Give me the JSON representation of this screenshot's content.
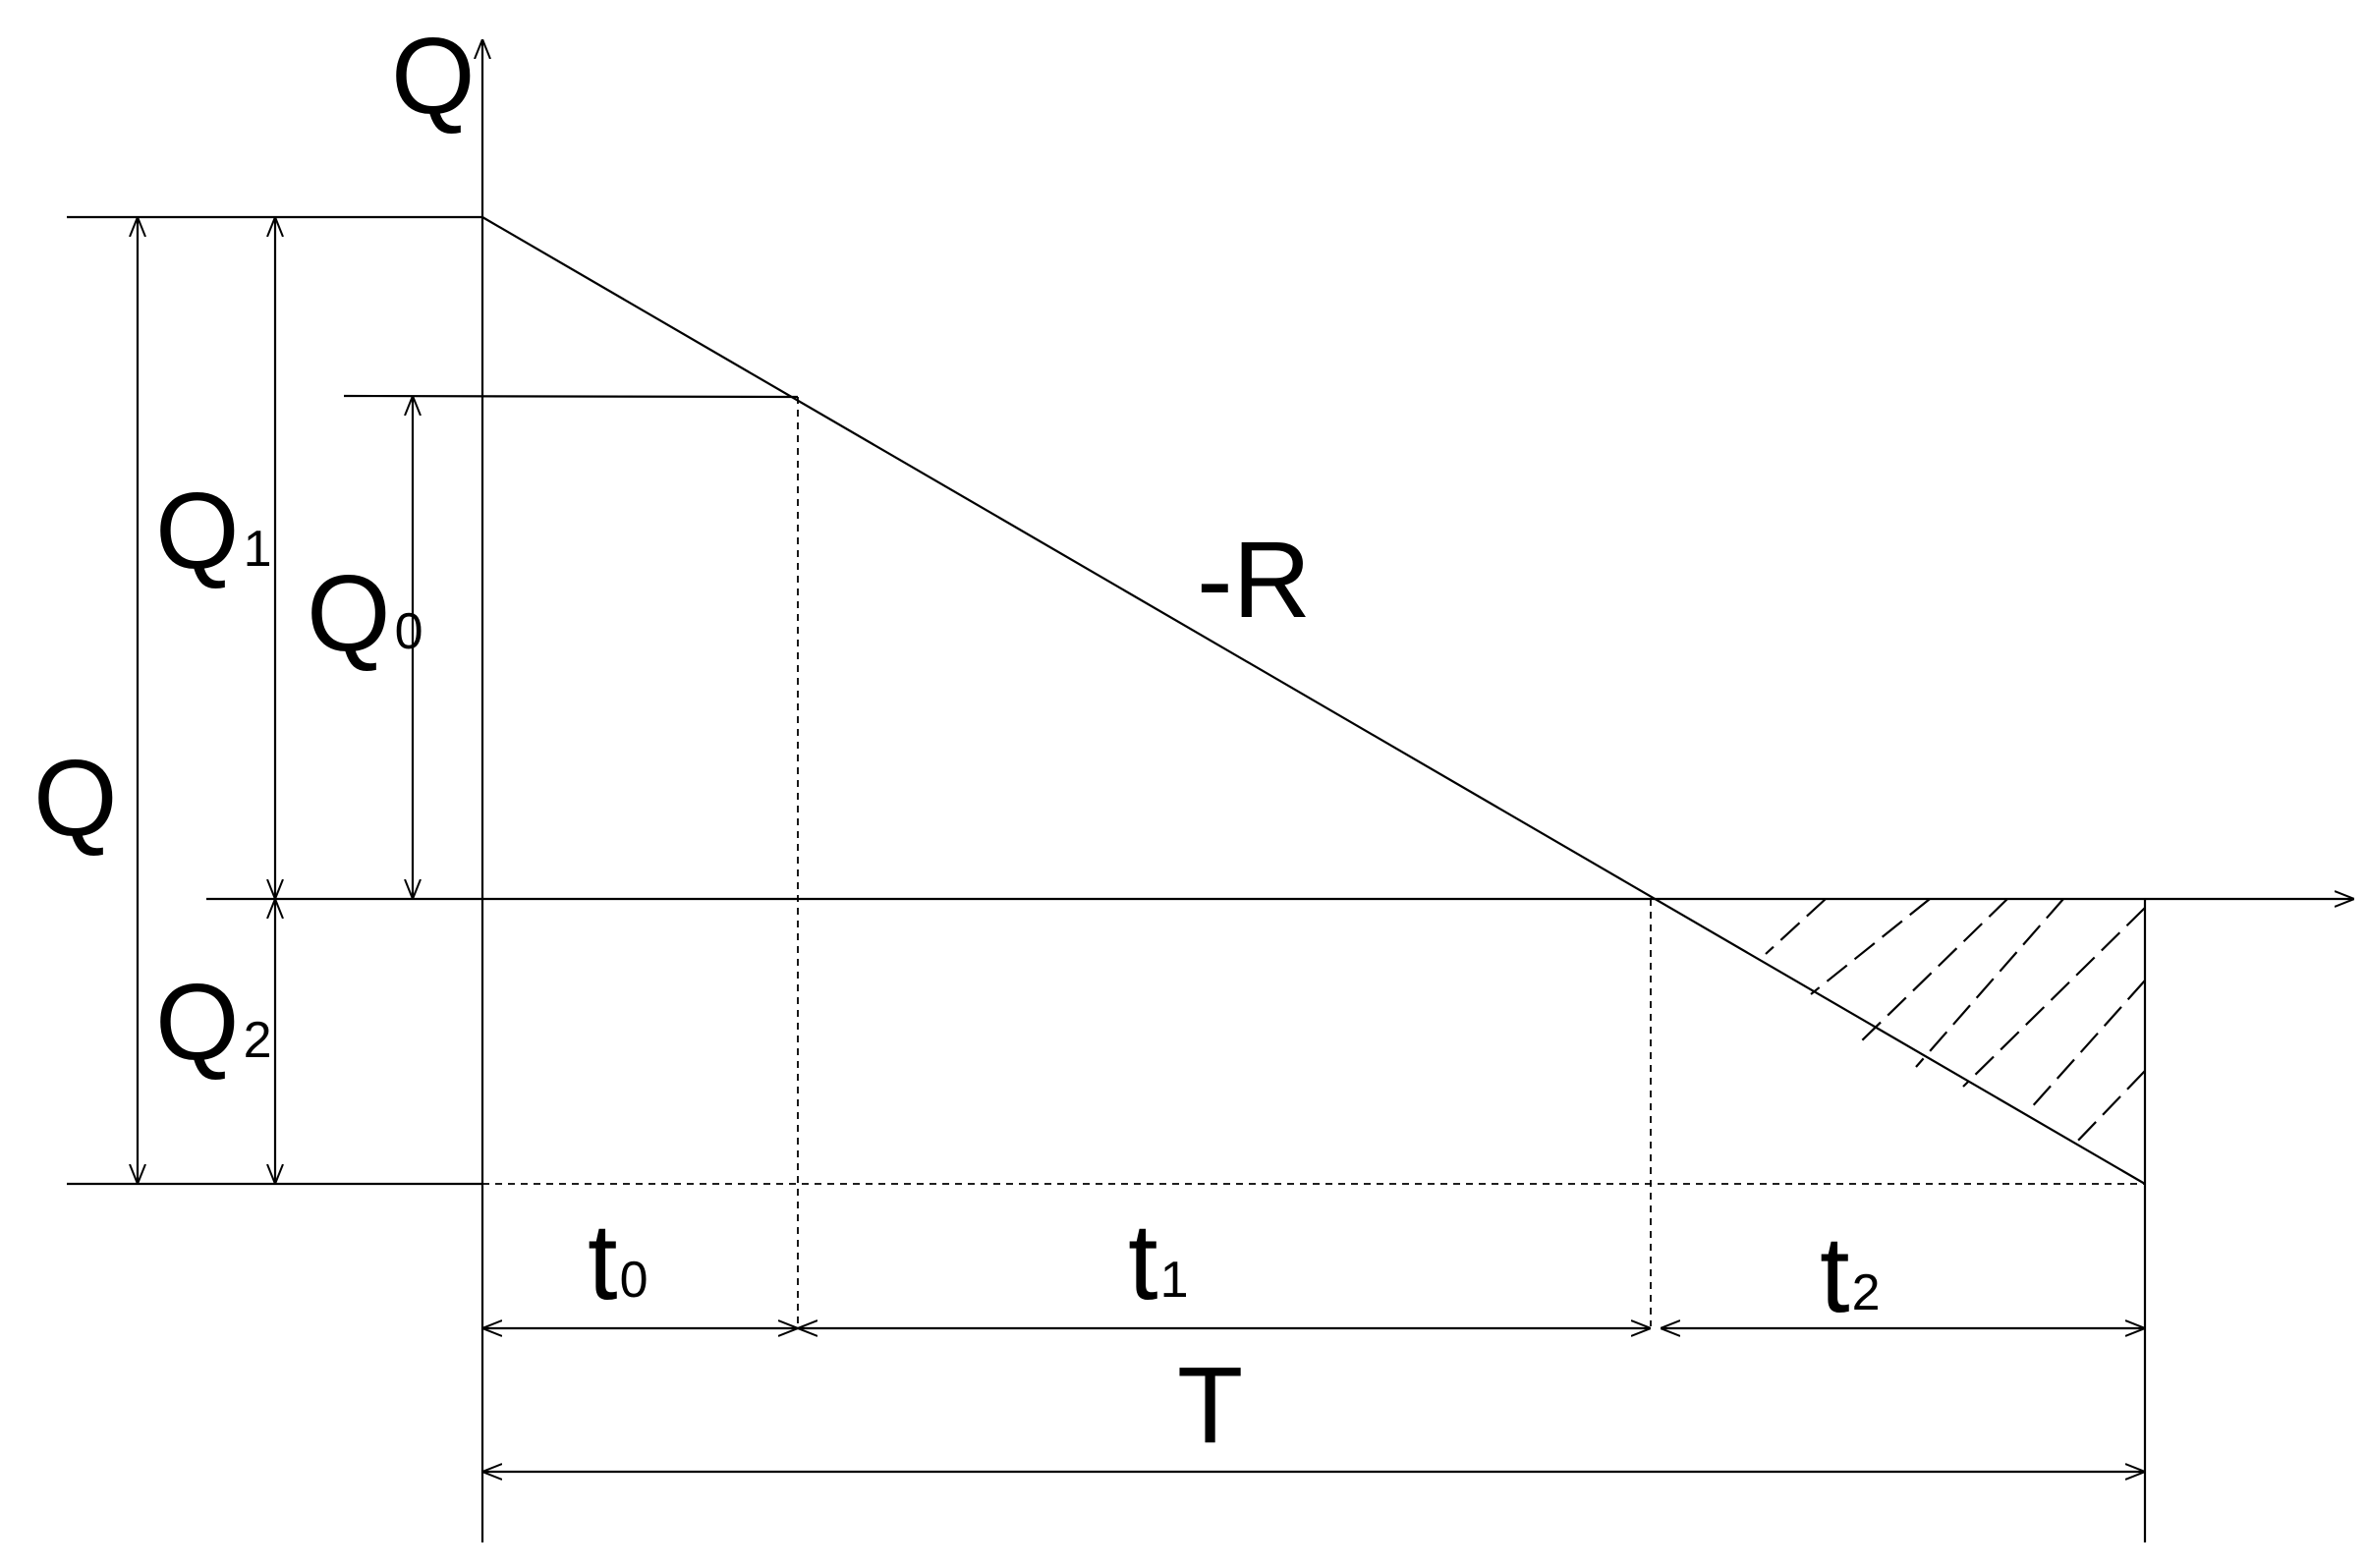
{
  "labels": {
    "axis_q": "Q",
    "total_q": {
      "main": "Q",
      "sub": ""
    },
    "q1": {
      "main": "Q",
      "sub": "1"
    },
    "q0": {
      "main": "Q",
      "sub": "0"
    },
    "q2": {
      "main": "Q",
      "sub": "2"
    },
    "slope": "-R",
    "t0": {
      "main": "t",
      "sub": "0"
    },
    "t1": {
      "main": "t",
      "sub": "1"
    },
    "t2": {
      "main": "t",
      "sub": "2"
    },
    "total_t": "T"
  }
}
